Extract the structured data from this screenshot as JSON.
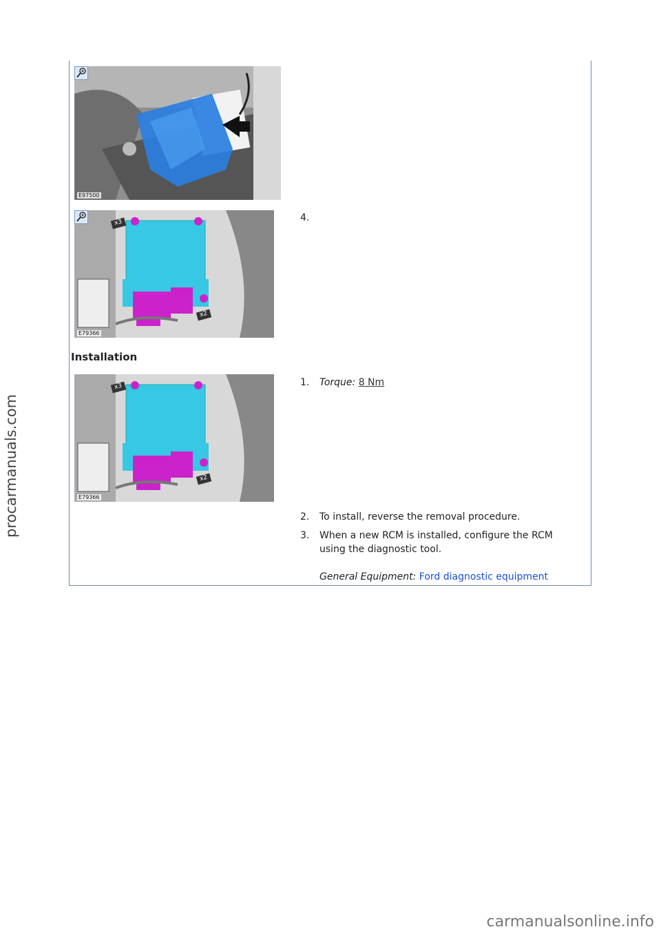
{
  "images": {
    "img1_code": "E97500",
    "img2_code": "E79366",
    "img3_code": "E79366",
    "label_x3": "x3",
    "label_x2": "x2"
  },
  "steps": {
    "removal_4_num": "4.",
    "installation_heading": "Installation",
    "install_1_num": "1.",
    "install_1_torque_label": "Torque:",
    "install_1_torque_value": "8 Nm",
    "install_2_num": "2.",
    "install_2_text": "To install, reverse the removal procedure.",
    "install_3_num": "3.",
    "install_3_text_line1": "When a new RCM is installed, configure the RCM",
    "install_3_text_line2": "using the diagnostic tool.",
    "general_equipment_label": "General Equipment:",
    "general_equipment_link": "Ford diagnostic equipment"
  },
  "watermarks": {
    "side": "procarmanuals.com",
    "footer": "carmanualsonline.info"
  },
  "colors": {
    "border": "#6b86b8",
    "module": "#36c8e4",
    "connector": "#cc22cc",
    "link": "#1a4fd6"
  }
}
